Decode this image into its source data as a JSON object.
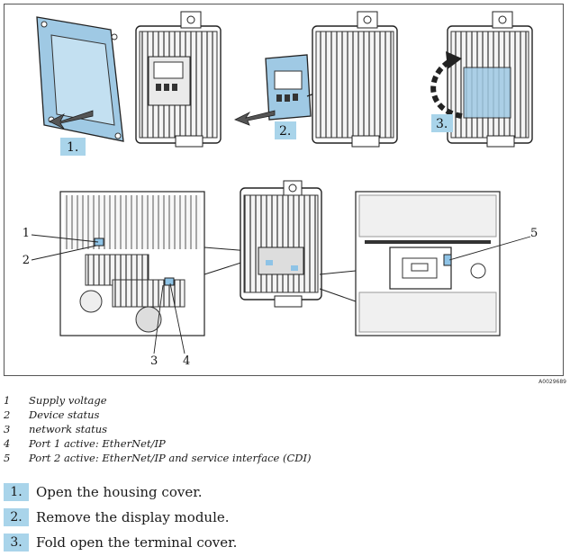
{
  "figure": {
    "id": "A0029689",
    "step_badges": [
      "1.",
      "2.",
      "3."
    ],
    "callouts": [
      "1",
      "2",
      "3",
      "4",
      "5"
    ]
  },
  "legend": [
    {
      "num": "1",
      "text": "Supply voltage"
    },
    {
      "num": "2",
      "text": "Device status"
    },
    {
      "num": "3",
      "text": "network status"
    },
    {
      "num": "4",
      "text": "Port 1 active: EtherNet/IP"
    },
    {
      "num": "5",
      "text": "Port 2 active: EtherNet/IP and service interface (CDI)"
    }
  ],
  "steps": [
    {
      "num": "1.",
      "text": "Open the housing cover."
    },
    {
      "num": "2.",
      "text": "Remove the display module."
    },
    {
      "num": "3.",
      "text": "Fold open the terminal cover."
    }
  ],
  "colors": {
    "accent_blue": "#a9d4ea",
    "cover_blue": "#9fc9e4",
    "led_blue": "#8ec3e6",
    "line": "#222222",
    "light_gray": "#e6e6e6"
  }
}
